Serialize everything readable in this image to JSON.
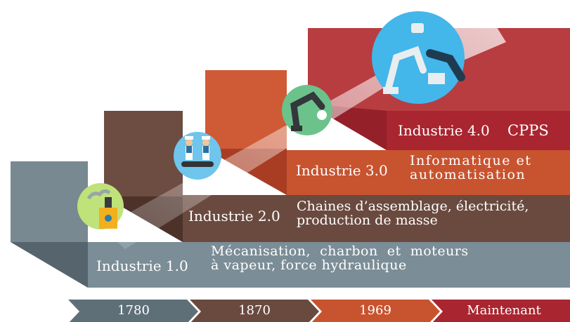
{
  "stages": [
    {
      "title": "Industrie 1.0",
      "desc_line1": "Mécanisation,  charbon  et  moteurs",
      "desc_line2": "à vapeur, force hydraulique",
      "color": "#6f8089"
    },
    {
      "title": "Industrie 2.0",
      "desc_line1": "Chaines d’assemblage, électricité,",
      "desc_line2": "production de masse",
      "color": "#6a4a3f"
    },
    {
      "title": "Industrie 3.0",
      "desc_line1": "Informatique et",
      "desc_line2": "automatisation",
      "color": "#c8532f"
    },
    {
      "title": "Industrie 4.0",
      "desc_line1": "CPPS",
      "desc_line2": "",
      "color": "#a9252f"
    }
  ],
  "timeline": [
    "1780",
    "1870",
    "1969",
    "Maintenant"
  ],
  "icons": [
    "factory-icon",
    "workers-conveyor-icon",
    "robot-arm-icon",
    "smart-robot-icon"
  ]
}
